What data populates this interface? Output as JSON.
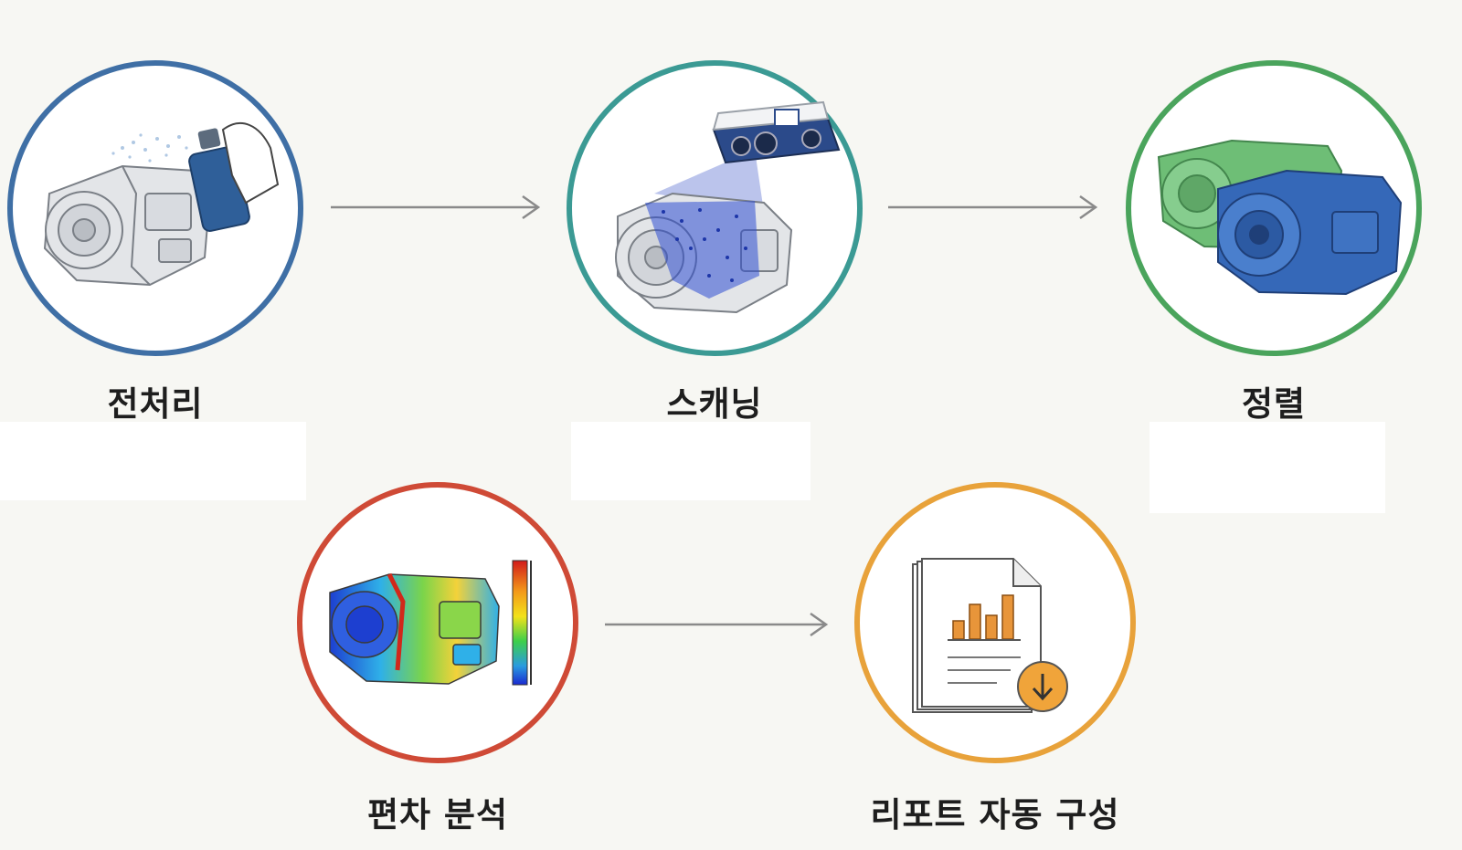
{
  "steps": {
    "preprocessing": {
      "label": "전처리",
      "color": "#3f6fa5",
      "icon": "spray-transmission-icon"
    },
    "scanning": {
      "label": "스캐닝",
      "color": "#3b9a94",
      "icon": "3d-scanner-icon"
    },
    "alignment": {
      "label": "정렬",
      "color": "#4aa45c",
      "icon": "aligned-models-icon"
    },
    "deviation": {
      "label": "편차 분석",
      "color": "#cf4a36",
      "icon": "heatmap-transmission-icon"
    },
    "report": {
      "label": "리포트 자동 구성",
      "color": "#e8a23a",
      "icon": "report-download-icon"
    }
  },
  "arrow_color": "#8a8a8a"
}
